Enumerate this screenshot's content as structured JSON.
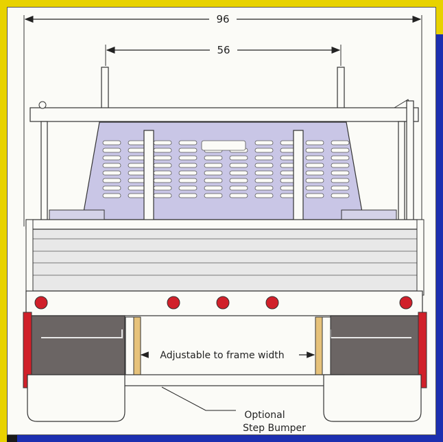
{
  "diagram": {
    "overall_width_label": "96",
    "rack_width_label": "56",
    "frame_note": "Adjustable to frame width",
    "bumper_note_line1": "Optional",
    "bumper_note_line2": "Step Bumper"
  },
  "colors": {
    "frame_yellow": "#e8d200",
    "frame_blue": "#1c2fb0",
    "panel_lavender": "#c9c6e6",
    "mudflap_gray": "#6b6564",
    "light_red": "#d0202a",
    "wood": "#e6c27a"
  }
}
